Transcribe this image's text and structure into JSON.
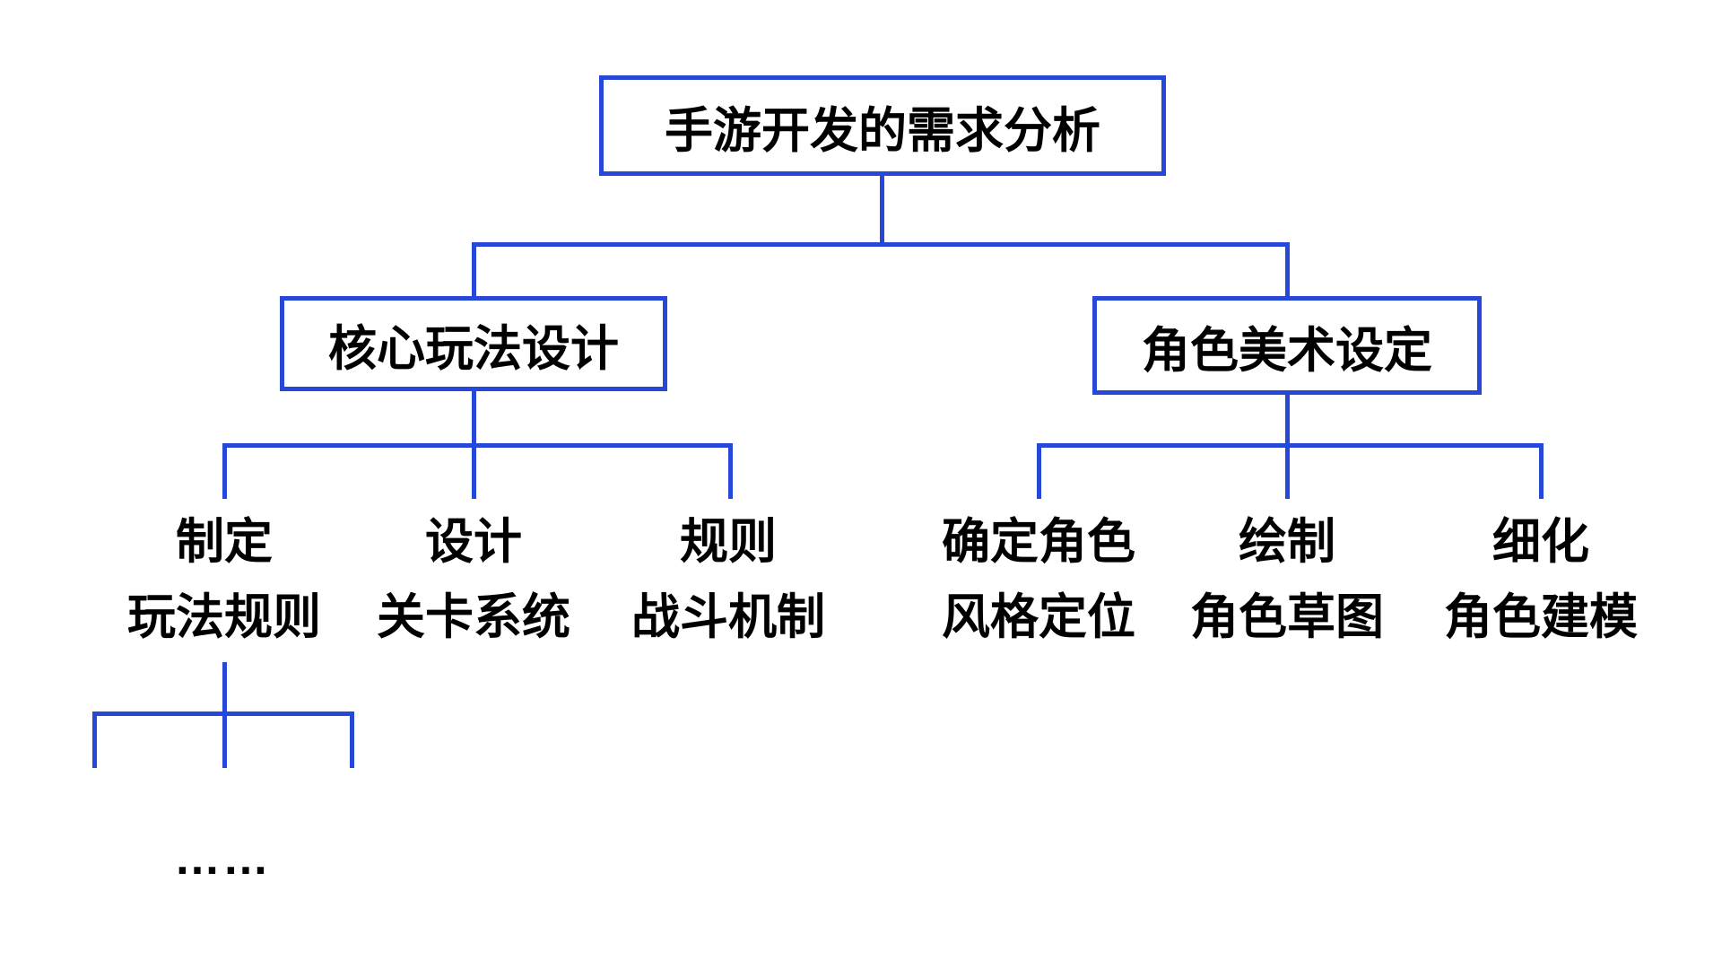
{
  "diagram": {
    "type": "tree",
    "background_color": "#ffffff",
    "line_color": "#2548d8",
    "text_color": "#000000",
    "root": {
      "label": "手游开发的需求分析"
    },
    "branches": [
      {
        "label": "核心玩法设计",
        "children": [
          {
            "line1": "制定",
            "line2": "玩法规则"
          },
          {
            "line1": "设计",
            "line2": "关卡系统"
          },
          {
            "line1": "规则",
            "line2": "战斗机制"
          }
        ]
      },
      {
        "label": "角色美术设定",
        "children": [
          {
            "line1": "确定角色",
            "line2": "风格定位"
          },
          {
            "line1": "绘制",
            "line2": "角色草图"
          },
          {
            "line1": "细化",
            "line2": "角色建模"
          }
        ]
      }
    ],
    "ellipsis": "……"
  }
}
